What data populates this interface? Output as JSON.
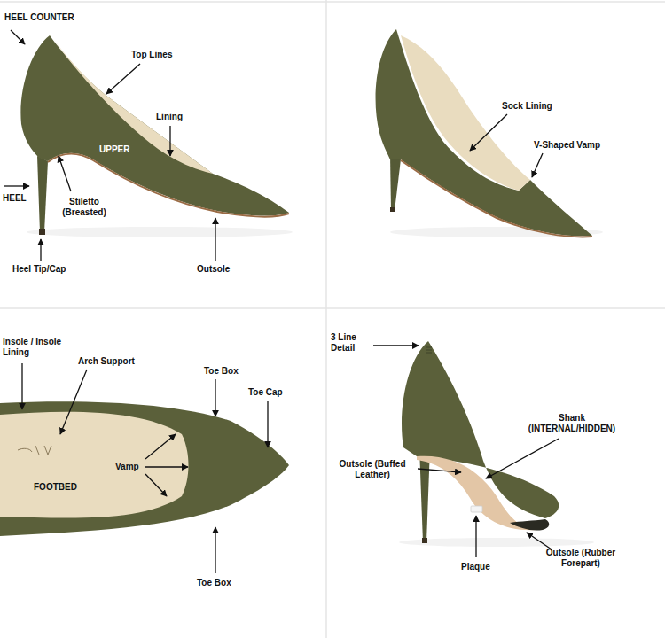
{
  "diagram": {
    "labels": [
      "HEEL COUNTER",
      "Top Lines",
      "Lining",
      "UPPER",
      "HEEL",
      "Stiletto (Breasted)",
      "Heel Tip/Cap",
      "Outsole",
      "Sock Lining",
      "V-Shaped Vamp",
      "Insole / Insole Lining",
      "Arch Support",
      "Toe Box",
      "Toe Cap",
      "Vamp",
      "FOOTBED",
      "Toe Box",
      "3 Line Detail",
      "Shank (INTERNAL/HIDDEN)",
      "Outsole (Buffed Leather)",
      "Plaque",
      "Outsole (Rubber Forepart)"
    ]
  }
}
